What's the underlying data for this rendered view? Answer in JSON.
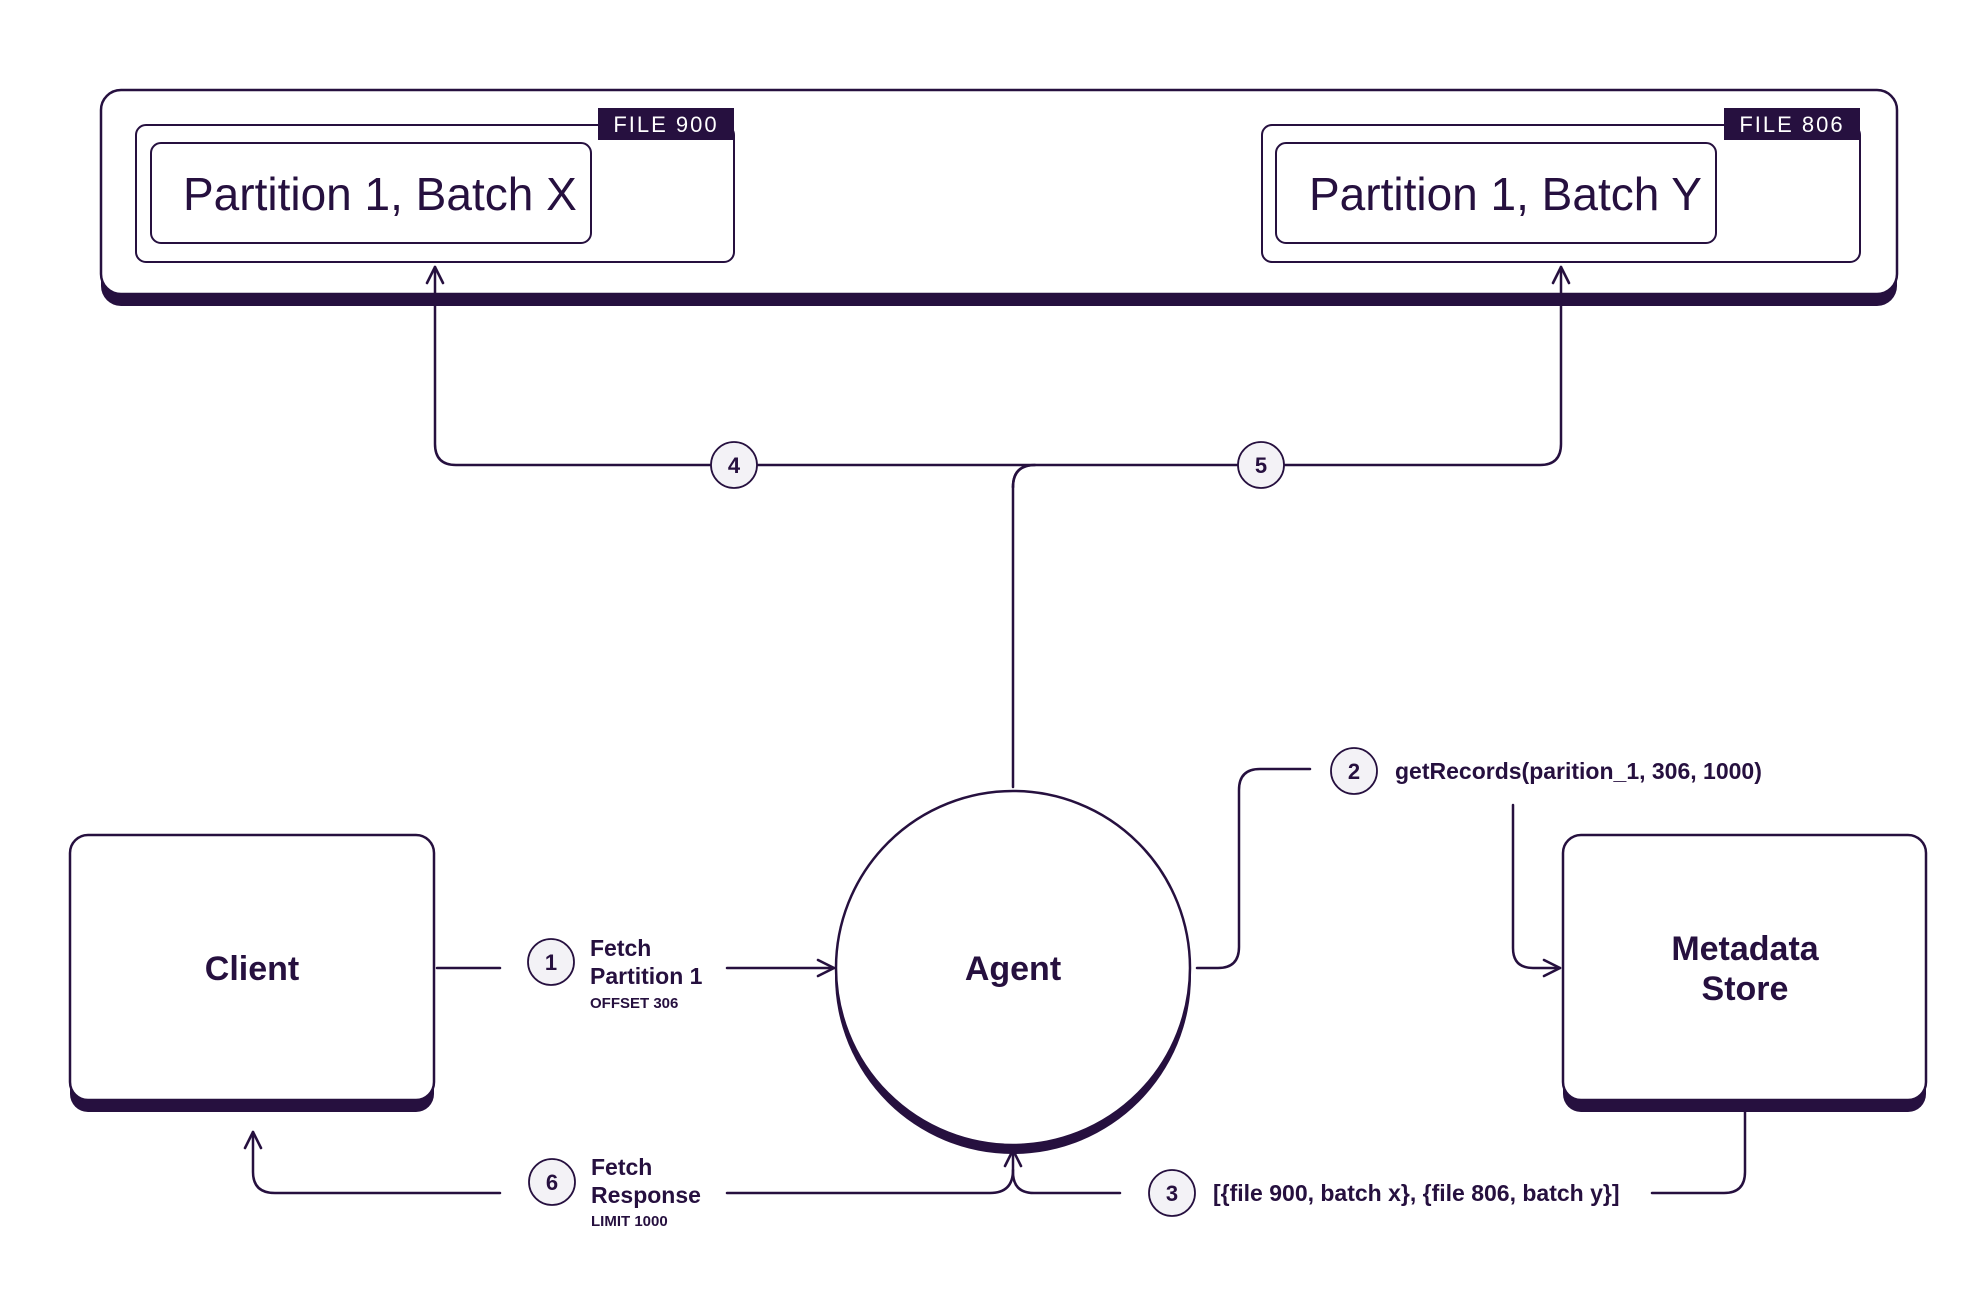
{
  "storage": {
    "file_a": {
      "tag": "FILE 900",
      "batch": "Partition 1, Batch X"
    },
    "file_b": {
      "tag": "FILE 806",
      "batch": "Partition 1, Batch Y"
    }
  },
  "nodes": {
    "client": "Client",
    "agent": "Agent",
    "metadata_line1": "Metadata",
    "metadata_line2": "Store"
  },
  "steps": {
    "s1": {
      "num": "1",
      "title1": "Fetch",
      "title2": "Partition 1",
      "sub": "OFFSET 306"
    },
    "s2": {
      "num": "2",
      "text": "getRecords(parition_1, 306, 1000)"
    },
    "s3": {
      "num": "3",
      "text": "[{file 900, batch x}, {file 806, batch y}]"
    },
    "s4": {
      "num": "4"
    },
    "s5": {
      "num": "5"
    },
    "s6": {
      "num": "6",
      "title1": "Fetch",
      "title2": "Response",
      "sub": "LIMIT 1000"
    }
  },
  "colors": {
    "ink": "#26103f",
    "badge_fill": "#f3f2f6",
    "background": "#ffffff"
  }
}
